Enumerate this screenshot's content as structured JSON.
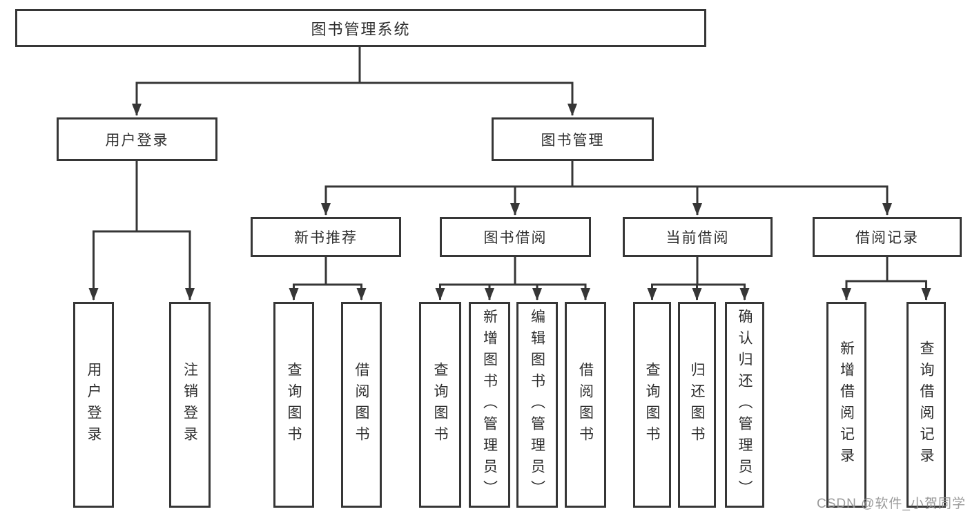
{
  "tree": {
    "root": {
      "label": "图书管理系统"
    },
    "branches": [
      {
        "label": "用户登录",
        "children": [
          {
            "label": "用户登录"
          },
          {
            "label": "注销登录"
          }
        ]
      },
      {
        "label": "图书管理",
        "children": [
          {
            "label": "新书推荐",
            "children": [
              {
                "label": "查询图书"
              },
              {
                "label": "借阅图书"
              }
            ]
          },
          {
            "label": "图书借阅",
            "children": [
              {
                "label": "查询图书"
              },
              {
                "label": "新增图书（管理员）"
              },
              {
                "label": "编辑图书（管理员）"
              },
              {
                "label": "借阅图书"
              }
            ]
          },
          {
            "label": "当前借阅",
            "children": [
              {
                "label": "查询图书"
              },
              {
                "label": "归还图书"
              },
              {
                "label": "确认归还（管理员）"
              }
            ]
          },
          {
            "label": "借阅记录",
            "children": [
              {
                "label": "新增借阅记录"
              },
              {
                "label": "查询借阅记录"
              }
            ]
          }
        ]
      }
    ]
  },
  "watermark": {
    "text": "CSDN @软件_小贺同学"
  },
  "colors": {
    "line": "#363636",
    "box_border": "#363636",
    "box_background": "#ffffff",
    "text": "#2e2e2e",
    "watermark": "#919191"
  }
}
